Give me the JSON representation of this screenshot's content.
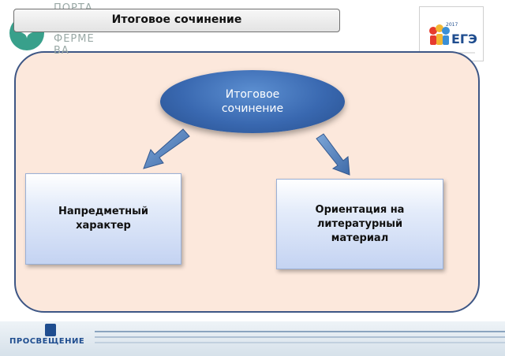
{
  "header": {
    "title": "Итоговое сочинение",
    "bg_words": [
      "ПОРТА",
      "ФЕРМЕ",
      "ВА"
    ]
  },
  "logo": {
    "text": "ЕГЭ",
    "year": "2017"
  },
  "diagram": {
    "central": "Итоговое сочинение",
    "left_box": "Напредметный характер",
    "right_box": "Ориентация на литературный материал"
  },
  "footer": {
    "brand": "ПРОСВЕЩЕНИЕ"
  },
  "colors": {
    "panel_bg": "#fce8dc",
    "panel_border": "#3d5685",
    "ellipse": "#3968b0",
    "arrow": "#4f7fbd"
  }
}
